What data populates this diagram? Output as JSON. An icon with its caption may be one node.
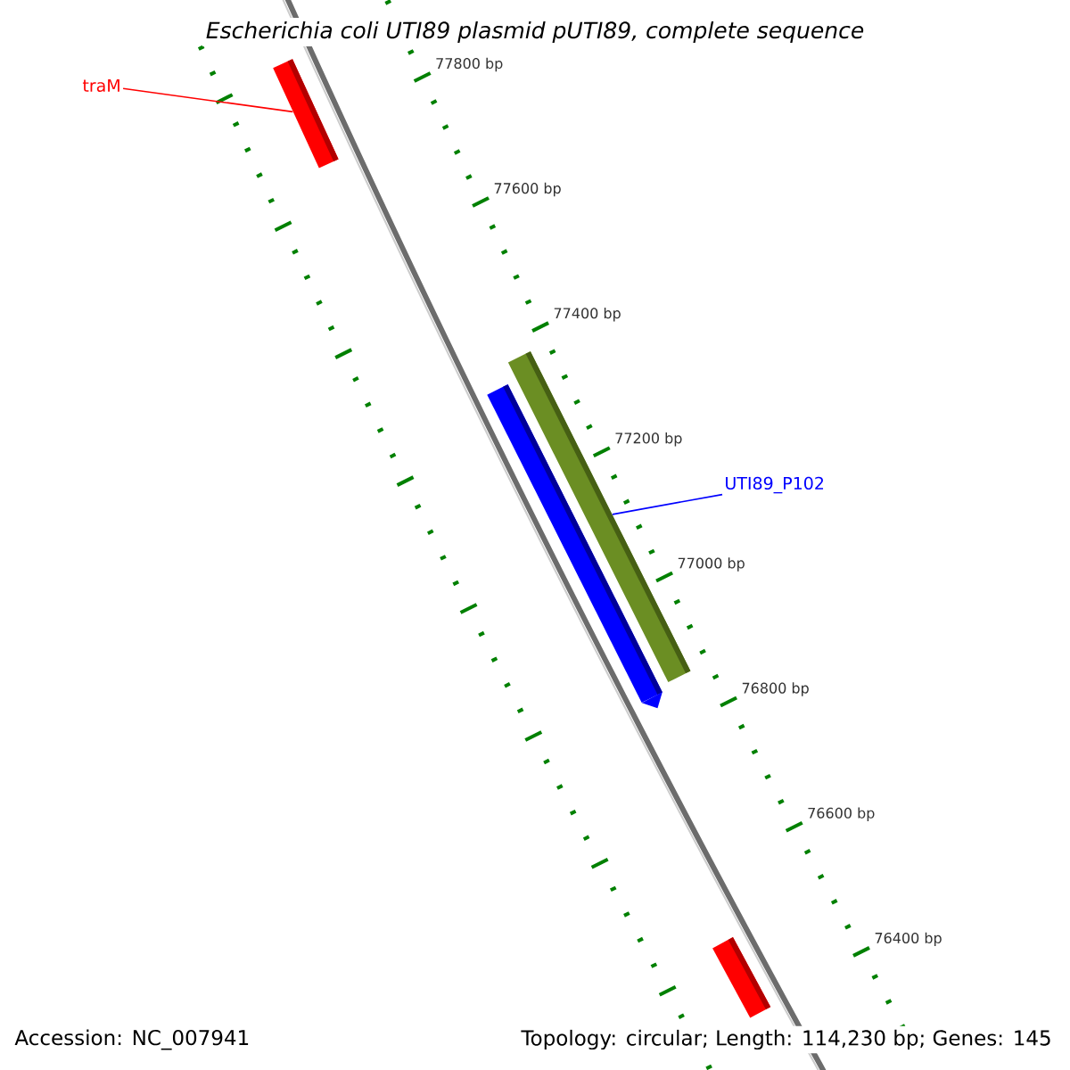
{
  "diagram": {
    "title": "Escherichia coli UTI89 plasmid pUTI89, complete sequence",
    "nodes": [
      {
        "text": [
          "traM"
        ]
      },
      {
        "text": [],
        "shape": "bar"
      },
      {
        "text": [
          "UTI89_P102"
        ]
      },
      {
        "text": [],
        "shape": "bar"
      },
      {
        "text": [],
        "shape": "bar"
      },
      {
        "text": [],
        "shape": "bar"
      }
    ],
    "edges": [
      {
        "from": 0,
        "to": 1,
        "arrow": "none",
        "color": "#ff0000"
      },
      {
        "from": 2,
        "to": 3,
        "arrow": "none",
        "color": "#0000ff"
      }
    ],
    "labels": [
      "77800 bp",
      "77600 bp",
      "77400 bp",
      "77200 bp",
      "77000 bp",
      "76800 bp",
      "76600 bp",
      "76400 bp",
      "Accession: NC_007941",
      "Topology: circular; Length: 114,230 bp; Genes: 145"
    ]
  }
}
